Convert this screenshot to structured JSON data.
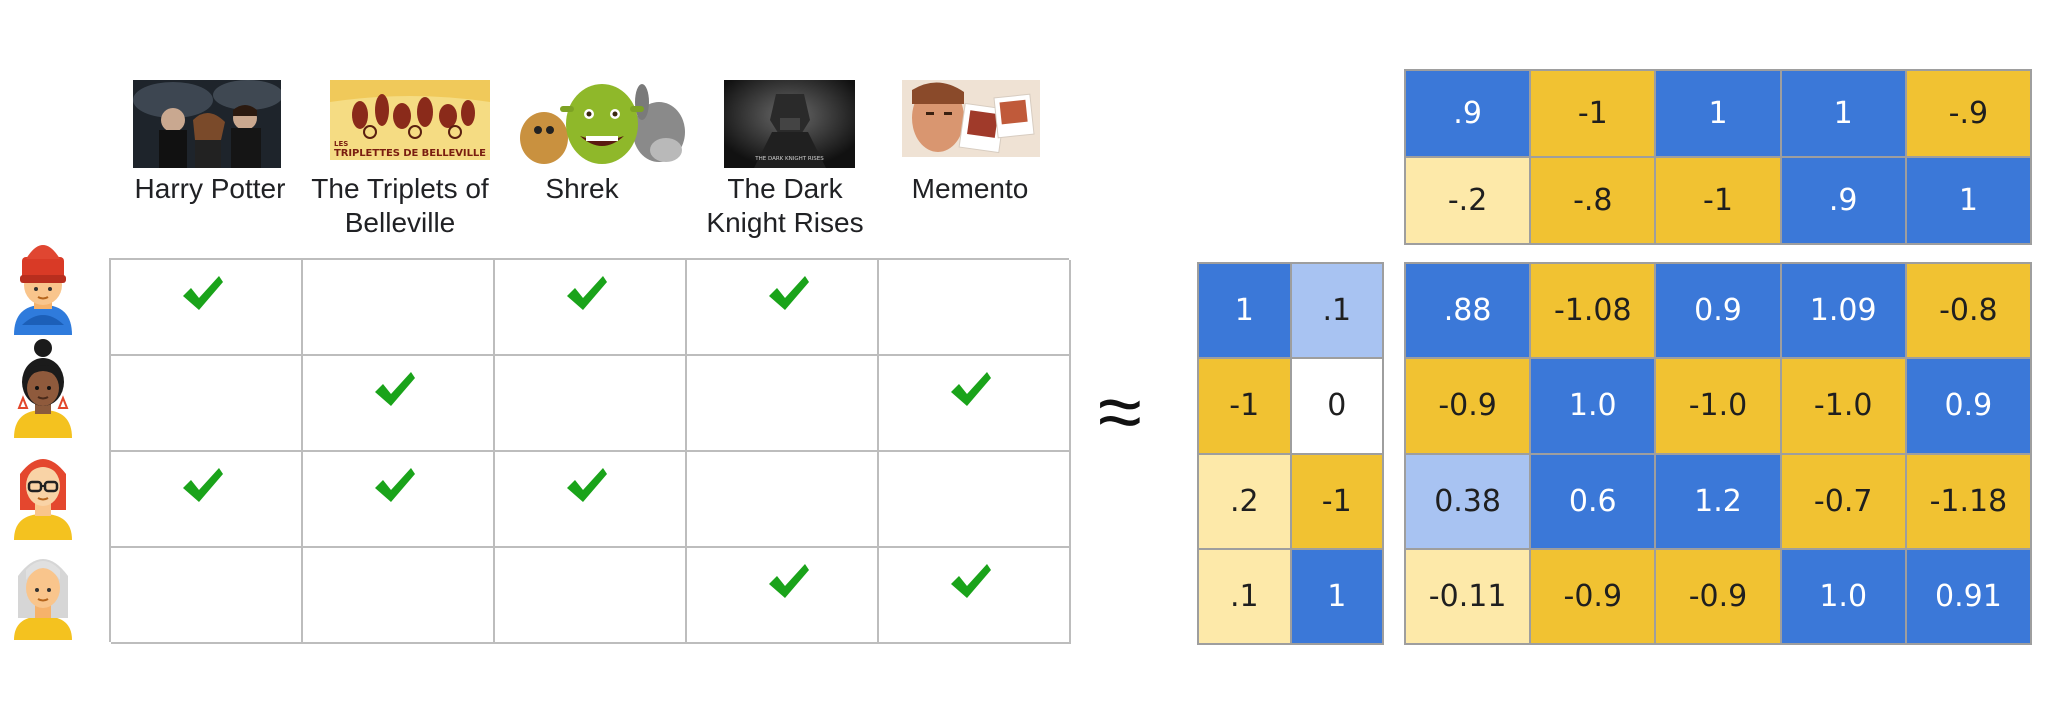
{
  "movies": [
    {
      "title": "Harry Potter",
      "title_lines": [
        "Harry Potter"
      ]
    },
    {
      "title": "The Triplets of Belleville",
      "title_lines": [
        "The Triplets of",
        "Belleville"
      ]
    },
    {
      "title": "Shrek",
      "title_lines": [
        "Shrek"
      ]
    },
    {
      "title": "The Dark Knight Rises",
      "title_lines": [
        "The Dark",
        "Knight Rises"
      ]
    },
    {
      "title": "Memento",
      "title_lines": [
        "Memento"
      ]
    }
  ],
  "poster_text": {
    "triplets_top": "LES",
    "triplets_main": "TRIPLETTES DE BELLEVILLE",
    "dark_knight": "THE DARK KNIGHT RISES"
  },
  "users": [
    {
      "avatar": "user-red-hat-avatar"
    },
    {
      "avatar": "user-dark-hair-bun-avatar"
    },
    {
      "avatar": "user-red-hair-glasses-avatar"
    },
    {
      "avatar": "user-gray-hair-avatar"
    }
  ],
  "ratings": [
    [
      1,
      0,
      1,
      1,
      0
    ],
    [
      0,
      1,
      0,
      0,
      1
    ],
    [
      1,
      1,
      1,
      0,
      0
    ],
    [
      0,
      0,
      0,
      1,
      1
    ]
  ],
  "approx_symbol": "≈",
  "movie_embeddings": {
    "values": [
      [
        ".9",
        "-1",
        "1",
        "1",
        "-.9"
      ],
      [
        "-.2",
        "-.8",
        "-1",
        ".9",
        "1"
      ]
    ],
    "colors": [
      [
        "dark-blue",
        "dark-yellow",
        "dark-blue",
        "dark-blue",
        "dark-yellow"
      ],
      [
        "light-yellow",
        "dark-yellow",
        "dark-yellow",
        "dark-blue",
        "dark-blue"
      ]
    ]
  },
  "user_embeddings": {
    "values": [
      [
        "1",
        ".1"
      ],
      [
        "-1",
        "0"
      ],
      [
        ".2",
        "-1"
      ],
      [
        ".1",
        "1"
      ]
    ],
    "colors": [
      [
        "dark-blue",
        "light-blue"
      ],
      [
        "dark-yellow",
        "white"
      ],
      [
        "light-yellow",
        "dark-yellow"
      ],
      [
        "light-yellow",
        "dark-blue"
      ]
    ]
  },
  "product_matrix": {
    "values": [
      [
        ".88",
        "-1.08",
        "0.9",
        "1.09",
        "-0.8"
      ],
      [
        "-0.9",
        "1.0",
        "-1.0",
        "-1.0",
        "0.9"
      ],
      [
        "0.38",
        "0.6",
        "1.2",
        "-0.7",
        "-1.18"
      ],
      [
        "-0.11",
        "-0.9",
        "-0.9",
        "1.0",
        "0.91"
      ]
    ],
    "colors": [
      [
        "dark-blue",
        "dark-yellow",
        "dark-blue",
        "dark-blue",
        "dark-yellow"
      ],
      [
        "dark-yellow",
        "dark-blue",
        "dark-yellow",
        "dark-yellow",
        "dark-blue"
      ],
      [
        "light-blue",
        "dark-blue",
        "dark-blue",
        "dark-yellow",
        "dark-yellow"
      ],
      [
        "light-yellow",
        "dark-yellow",
        "dark-yellow",
        "dark-blue",
        "dark-blue"
      ]
    ]
  },
  "palette": {
    "dark_blue": "#3b78d8",
    "light_blue": "#a8c3f2",
    "dark_yellow": "#f1c232",
    "light_yellow": "#fde9a9",
    "check_green": "#1aa31a",
    "grid_border": "#bdbdbd"
  }
}
